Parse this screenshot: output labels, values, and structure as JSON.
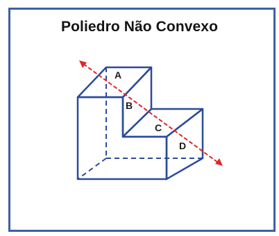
{
  "title": "Poliedro Não Convexo",
  "points": {
    "A": "A",
    "B": "B",
    "C": "C",
    "D": "D"
  },
  "colors": {
    "frame_border": "#3d5fa6",
    "solid_edges": "#2b4a9a",
    "line_through": "#e0262a",
    "labels": "#1a1a1a"
  }
}
